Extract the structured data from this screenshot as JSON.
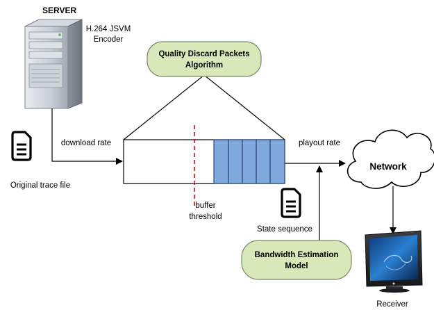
{
  "server": {
    "label": "SERVER",
    "encoder_line1": "H.264 JSVM",
    "encoder_line2": "Encoder"
  },
  "original_trace": {
    "label": "Original trace file"
  },
  "download_rate": {
    "label": "download rate"
  },
  "quality_discard": {
    "line1": "Quality Discard Packets",
    "line2": "Algorithm"
  },
  "buffer_threshold": {
    "line1": "buffer",
    "line2": "threshold"
  },
  "playout_rate": {
    "label": "playout rate"
  },
  "network": {
    "label": "Network"
  },
  "state_sequence": {
    "label": "State sequence"
  },
  "bandwidth_estimation": {
    "line1": "Bandwidth Estimation",
    "line2": "Model"
  },
  "receiver": {
    "label": "Receiver"
  },
  "colors": {
    "node_fill": "#d9e8b8",
    "node_stroke": "#7a8a6a",
    "packet_fill": "#7fa8dc",
    "packet_stroke": "#1f3a68",
    "threshold": "#cc0000"
  }
}
